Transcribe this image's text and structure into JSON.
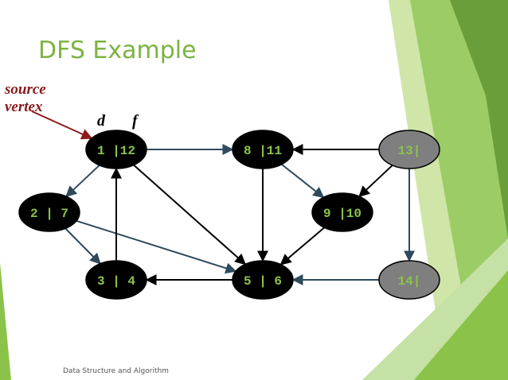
{
  "slide": {
    "title": "DFS Example",
    "source_label_line1": "source",
    "source_label_line2": "vertex",
    "d_label": "d",
    "f_label": "f",
    "footer": "Data Structure and Algorithm"
  },
  "colors": {
    "title": "#7cb342",
    "source_text": "#8b1a1a",
    "node_black": "#000000",
    "node_gray": "#7f7f7f",
    "node_label_green": "#8bc34a",
    "edge_dark": "#000000",
    "edge_slate": "#2e4a5c",
    "deco_green_light": "#cfe6a8",
    "deco_green_mid": "#9ccc65",
    "deco_green_dark": "#6a9e3b"
  },
  "graph": {
    "nodes": [
      {
        "id": "n1",
        "label": "1 |12",
        "fill": "black"
      },
      {
        "id": "n8",
        "label": "8 |11",
        "fill": "black"
      },
      {
        "id": "n13",
        "label": "13|",
        "fill": "gray"
      },
      {
        "id": "n2",
        "label": "2 | 7",
        "fill": "black"
      },
      {
        "id": "n9",
        "label": "9 |10",
        "fill": "black"
      },
      {
        "id": "n3",
        "label": "3 | 4",
        "fill": "black"
      },
      {
        "id": "n5",
        "label": "5 | 6",
        "fill": "black"
      },
      {
        "id": "n14",
        "label": "14|",
        "fill": "gray"
      }
    ],
    "edges": [
      {
        "from": "n1",
        "to": "n8",
        "color": "slate"
      },
      {
        "from": "n13",
        "to": "n8",
        "color": "dark"
      },
      {
        "from": "n1",
        "to": "n2",
        "color": "slate"
      },
      {
        "from": "n1",
        "to": "n5",
        "color": "dark"
      },
      {
        "from": "n8",
        "to": "n5",
        "color": "dark"
      },
      {
        "from": "n8",
        "to": "n9",
        "color": "slate"
      },
      {
        "from": "n13",
        "to": "n9",
        "color": "dark"
      },
      {
        "from": "n13",
        "to": "n14",
        "color": "slate"
      },
      {
        "from": "n2",
        "to": "n3",
        "color": "slate"
      },
      {
        "from": "n2",
        "to": "n5",
        "color": "slate"
      },
      {
        "from": "n3",
        "to": "n1",
        "color": "dark"
      },
      {
        "from": "n5",
        "to": "n3",
        "color": "dark"
      },
      {
        "from": "n9",
        "to": "n5",
        "color": "dark"
      },
      {
        "from": "n14",
        "to": "n5",
        "color": "slate"
      }
    ]
  }
}
